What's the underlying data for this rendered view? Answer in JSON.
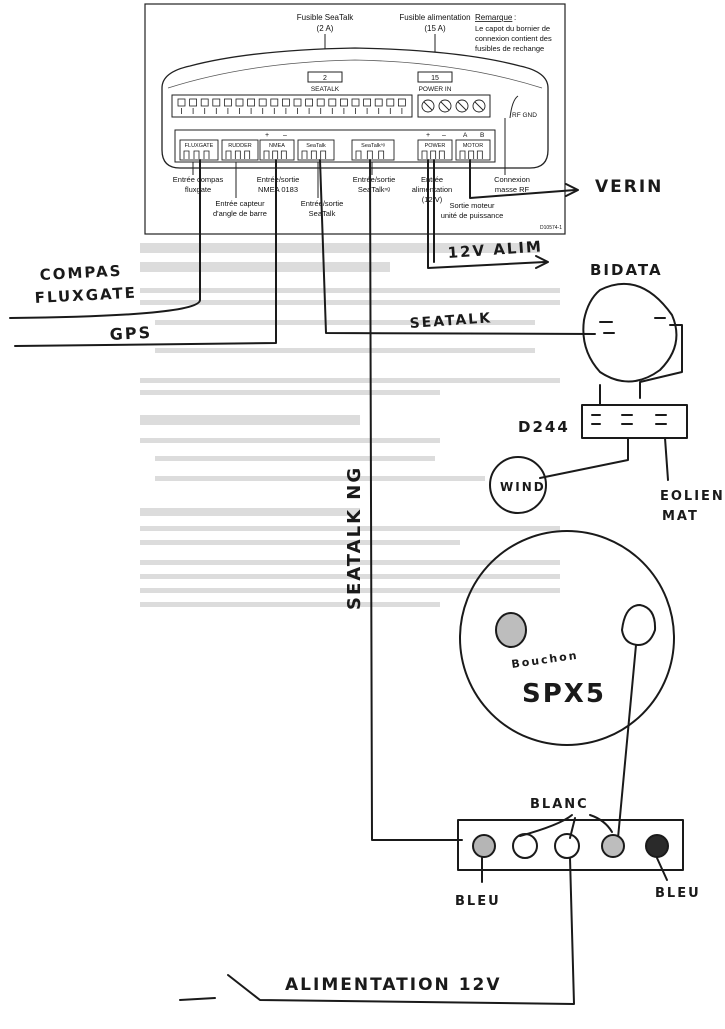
{
  "unit": {
    "fuse_seatalk": {
      "title": "Fusible SeaTalk",
      "rating": "(2 A)",
      "value": "2",
      "label": "SEATALK"
    },
    "fuse_power": {
      "title": "Fusible alimentation",
      "rating": "(15 A)",
      "value": "15",
      "label": "POWER IN"
    },
    "note": {
      "heading": "Remarque",
      "line1": "Le capot du bornier de",
      "line2": "connexion contient des",
      "line3": "fusibles de rechange"
    },
    "rf_gnd": "RF GND",
    "plus": "+",
    "minus": "–",
    "terminals": [
      "FLUXGATE",
      "RUDDER",
      "NMEA",
      "SeaTalk",
      "SeaTalk",
      "SeaTalkⁿᵍ",
      "POWER",
      "MOTOR"
    ],
    "motor_marks": [
      "A",
      "B"
    ],
    "callouts": {
      "fluxgate_1": "Entrée compas",
      "fluxgate_2": "fluxgate",
      "rudder_1": "Entrée capteur",
      "rudder_2": "d'angle de barre",
      "nmea_1": "Entrée/sortie",
      "nmea_2": "NMEA 0183",
      "seatalk_1": "Entrée/sortie",
      "seatalk_2": "SeaTalk",
      "seatalkng_1": "Entrée/sortie",
      "seatalkng_2": "SeaTalkⁿᵍ",
      "power_1": "Entrée",
      "power_2": "alimentation",
      "power_3": "(12 V)",
      "motor_1": "Sortie moteur",
      "motor_2": "unité de puissance",
      "rf_1": "Connexion",
      "rf_2": "masse RF"
    },
    "ref": "D10574-1"
  },
  "hand_labels": {
    "verin": "VERIN",
    "alim12": "12V ALIM",
    "compas": "COMPAS",
    "fluxgate": "FLUXGATE",
    "gps": "GPS",
    "seatalk": "SEATALK",
    "bidata": "BIDATA",
    "d244": "D244",
    "wind": "WIND",
    "eolien": "EOLIEN",
    "mat": "MAT",
    "seatalk_ng": "SEATALK NG",
    "bouchon": "Bouchon",
    "spx5": "SPX5",
    "blanc": "BLANC",
    "bleu_left": "BLEU",
    "bleu_right": "BLEU",
    "alimentation": "ALIMENTATION 12V"
  }
}
